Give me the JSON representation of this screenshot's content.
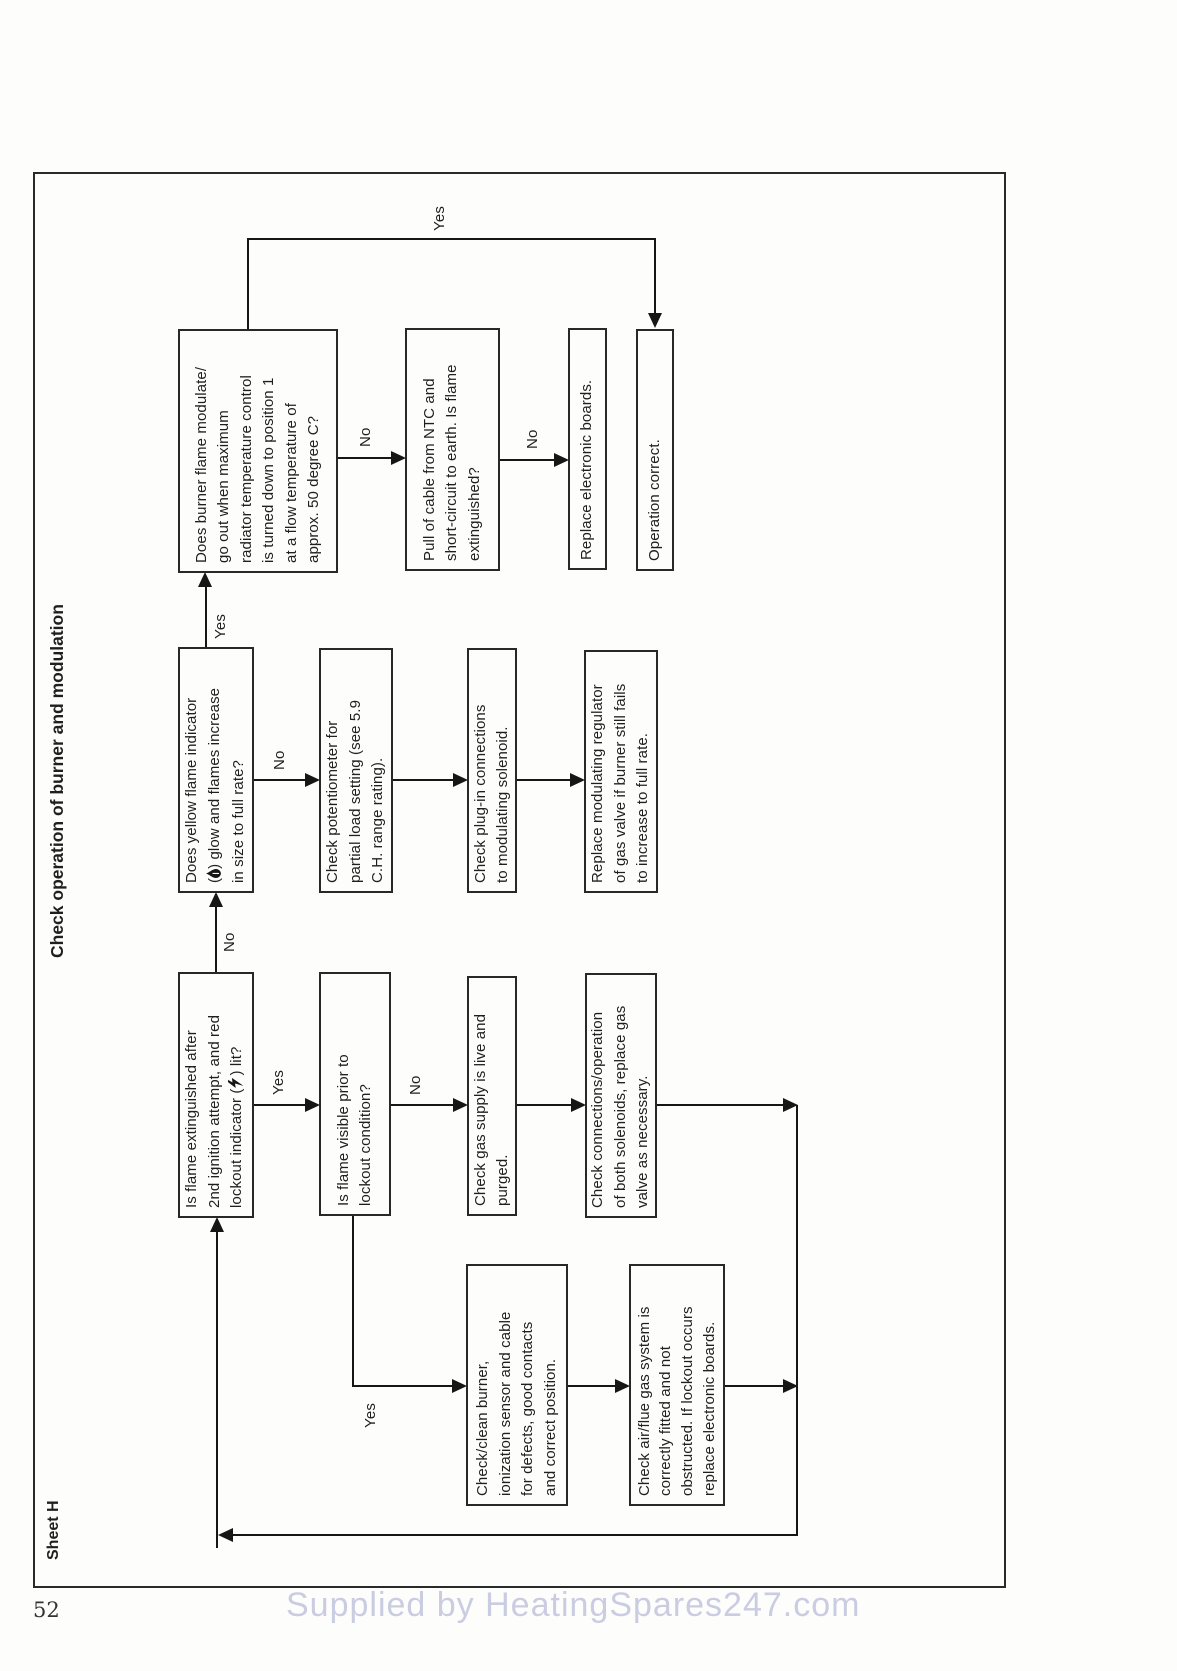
{
  "page": {
    "number": "52",
    "watermark": "Supplied by HeatingSpares247.com",
    "sheet_label": "Sheet H",
    "title": "Check operation of burner and modulation"
  },
  "colors": {
    "ink": "#1f1f1f",
    "box_border": "#282828",
    "watermark": "#c5c7e0"
  },
  "icons": {
    "flame": "flame-icon",
    "lockout": "lockout-indicator-icon"
  },
  "flow": {
    "q1": {
      "line1": "Is flame extinguished after",
      "line2": "2nd ignition attempt, and red",
      "line3_pre": "lockout indicator (",
      "line3_post": ") lit?"
    },
    "flame_visible": {
      "lines": [
        "Is flame visible prior to",
        "lockout condition?"
      ]
    },
    "gas_supply": {
      "lines": [
        "Check gas supply is live and",
        "purged."
      ]
    },
    "connections": {
      "lines": [
        "Check connections/operation",
        "of both solenoids, replace gas",
        "valve as necessary."
      ]
    },
    "q2": {
      "line1": "Does yellow flame indicator",
      "line2_pre": "(",
      "line2_post": ") glow and flames increase",
      "line3": "in size to full rate?"
    },
    "potentiometer": {
      "lines": [
        "Check potentiometer for",
        "partial load setting (see 5.9",
        "C.H. range rating)."
      ]
    },
    "plug_in": {
      "lines": [
        "Check plug-in connections",
        "to modulating solenoid."
      ]
    },
    "mod_regulator": {
      "lines": [
        "Replace modulating regulator",
        "of gas valve if burner still fails",
        "to increase to full rate."
      ]
    },
    "q3": {
      "lines": [
        "Does burner flame modulate/",
        "go out when maximum",
        "radiator temperature control",
        "is turned down to position 1",
        "at a flow temperature of",
        "approx. 50 degree C?"
      ]
    },
    "ntc": {
      "lines": [
        "Pull of cable from NTC and",
        "short-circuit to earth. Is flame",
        "extinguished?"
      ]
    },
    "replace_boards": {
      "lines": [
        "Replace electronic boards."
      ]
    },
    "operation_correct": {
      "lines": [
        "Operation correct."
      ]
    },
    "check_clean": {
      "lines": [
        "Check/clean burner,",
        "ionization sensor and cable",
        "for defects, good contacts",
        "and correct position."
      ]
    },
    "air_flue": {
      "lines": [
        "Check air/flue gas system is",
        "correctly fitted and not",
        "obstructed. If lockout occurs",
        "replace electronic boards."
      ]
    }
  },
  "edges": {
    "q1_no": "No",
    "q2_yes": "Yes",
    "q3_yes": "Yes",
    "q3_no": "No",
    "ntc_no": "No",
    "q1_yes": "Yes",
    "fv_no": "No",
    "fv_yes": "Yes"
  }
}
